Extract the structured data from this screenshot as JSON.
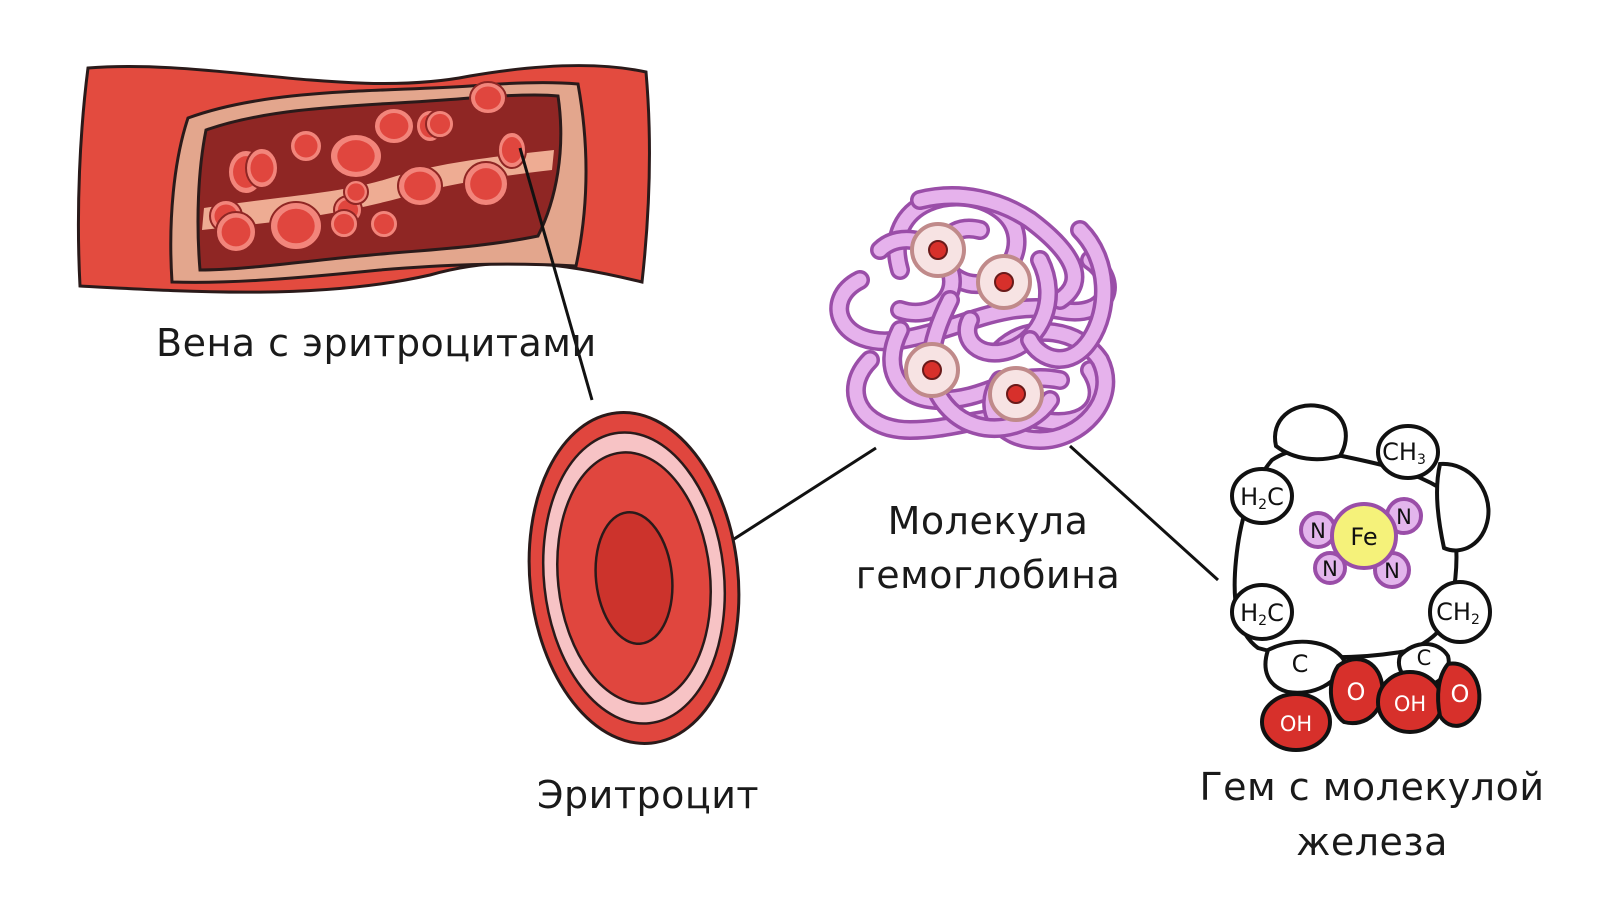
{
  "labels": {
    "vein": "Вена с эритроцитами",
    "erythrocyte": "Эритроцит",
    "hemoglobin_line1": "Молекула",
    "hemoglobin_line2": "гемоглобина",
    "heme_line1": "Гем с молекулой",
    "heme_line2": "железа"
  },
  "heme": {
    "iron": "Fe",
    "nitrogen": "N",
    "groups": {
      "ch3": "CH",
      "ch3_sub": "3",
      "h2c": "H",
      "h2c_sub": "2",
      "h2c_tail": "C",
      "ch2": "CH",
      "ch2_sub": "2",
      "carbon": "C",
      "oxygen": "O",
      "hydroxyl": "OH"
    }
  },
  "colors": {
    "vein_wall": "#e34b3f",
    "vein_inner": "#e0a58c",
    "lumen": "#8f2624",
    "cell": "#e0463e",
    "cell_rim": "#f59a8e",
    "hemoglobin": "#e6b2ec",
    "hemoglobin_outline": "#9a4ea8",
    "iron": "#f5f27a",
    "nitrogen": "#e3b5ec",
    "acid": "#d7302b"
  }
}
